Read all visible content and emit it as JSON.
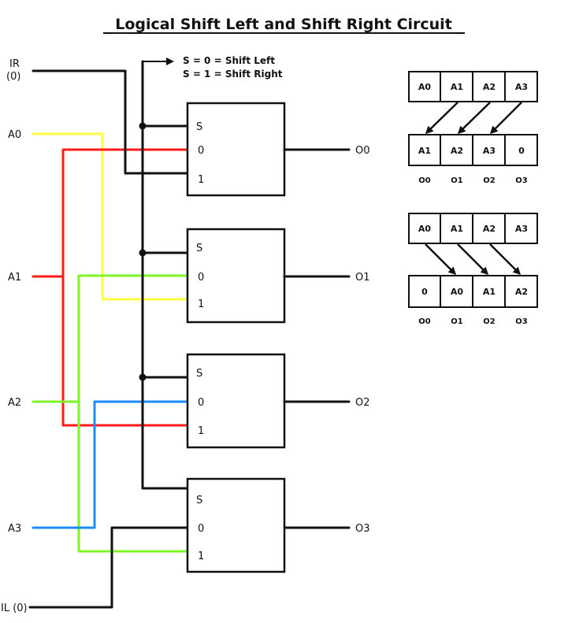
{
  "title": "Logical Shift Left and Shift Right Circuit",
  "legend": {
    "line1": "S = 0  = Shift Left",
    "line2": "S = 1 = Shift Right"
  },
  "inputs": {
    "ir_line1": "IR",
    "ir_line2": "(0)",
    "a0": "A0",
    "a1": "A1",
    "a2": "A2",
    "a3": "A3",
    "il": "IL (0)"
  },
  "mux_labels": {
    "select": "S",
    "in0": "0",
    "in1": "1"
  },
  "outputs": [
    "O0",
    "O1",
    "O2",
    "O3"
  ],
  "shift_left": {
    "before": [
      "A0",
      "A1",
      "A2",
      "A3"
    ],
    "after": [
      "A1",
      "A2",
      "A3",
      "0"
    ],
    "output_labels": [
      "O0",
      "O1",
      "O2",
      "O3"
    ]
  },
  "shift_right": {
    "before": [
      "A0",
      "A1",
      "A2",
      "A3"
    ],
    "after": [
      "0",
      "A0",
      "A1",
      "A2"
    ],
    "output_labels": [
      "O0",
      "O1",
      "O2",
      "O3"
    ]
  },
  "colors": {
    "wire": "#111111",
    "a0_wire": "#ffff3d",
    "a1_wire": "#ff1a1a",
    "a2_wire": "#7ef522",
    "a3_wire": "#1a8cff"
  }
}
